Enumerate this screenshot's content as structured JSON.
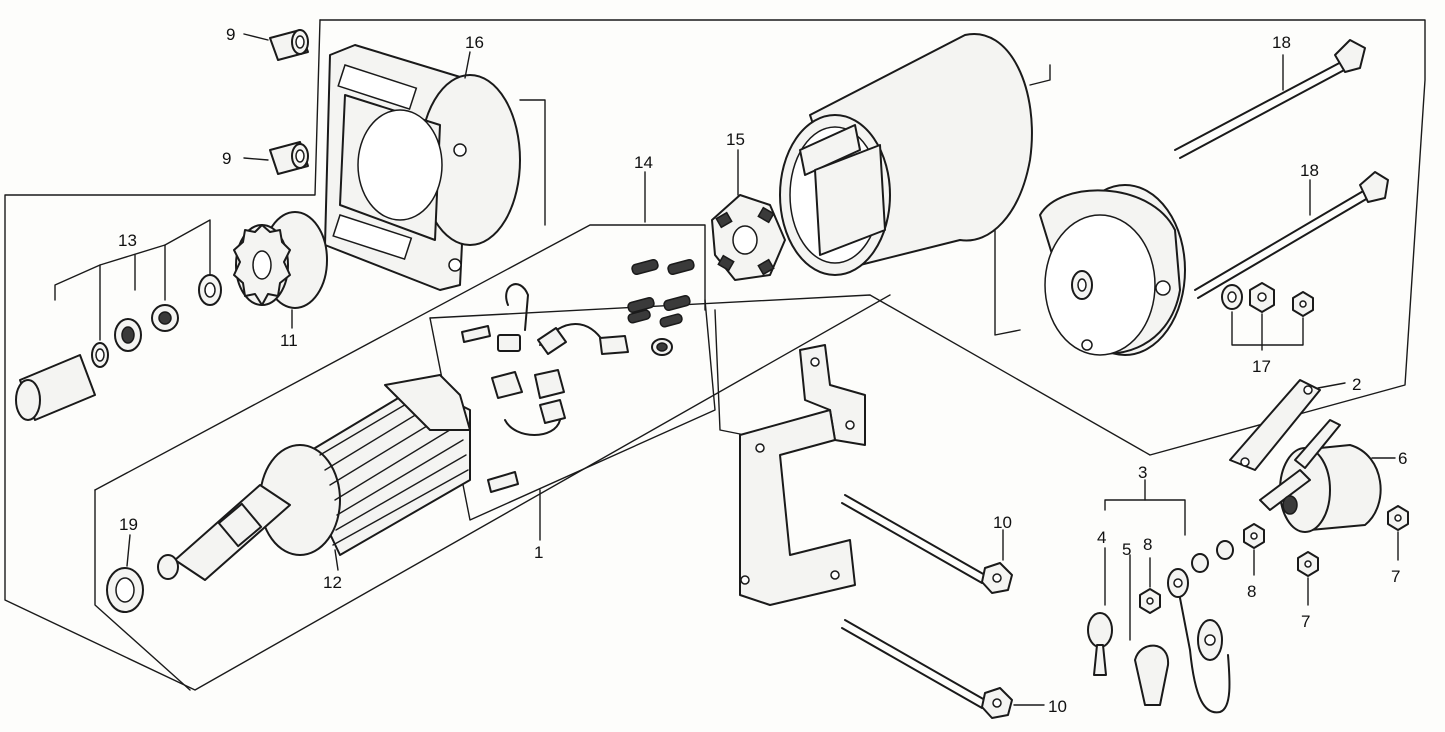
{
  "labels": {
    "l1": "1",
    "l2": "2",
    "l3": "3",
    "l4": "4",
    "l5": "5",
    "l6": "6",
    "l7a": "7",
    "l7b": "7",
    "l8a": "8",
    "l8b": "8",
    "l9a": "9",
    "l9b": "9",
    "l10a": "10",
    "l10b": "10",
    "l11": "11",
    "l12": "12",
    "l13": "13",
    "l14": "14",
    "l15": "15",
    "l16": "16",
    "l17": "17",
    "l18a": "18",
    "l18b": "18",
    "l19": "19"
  }
}
